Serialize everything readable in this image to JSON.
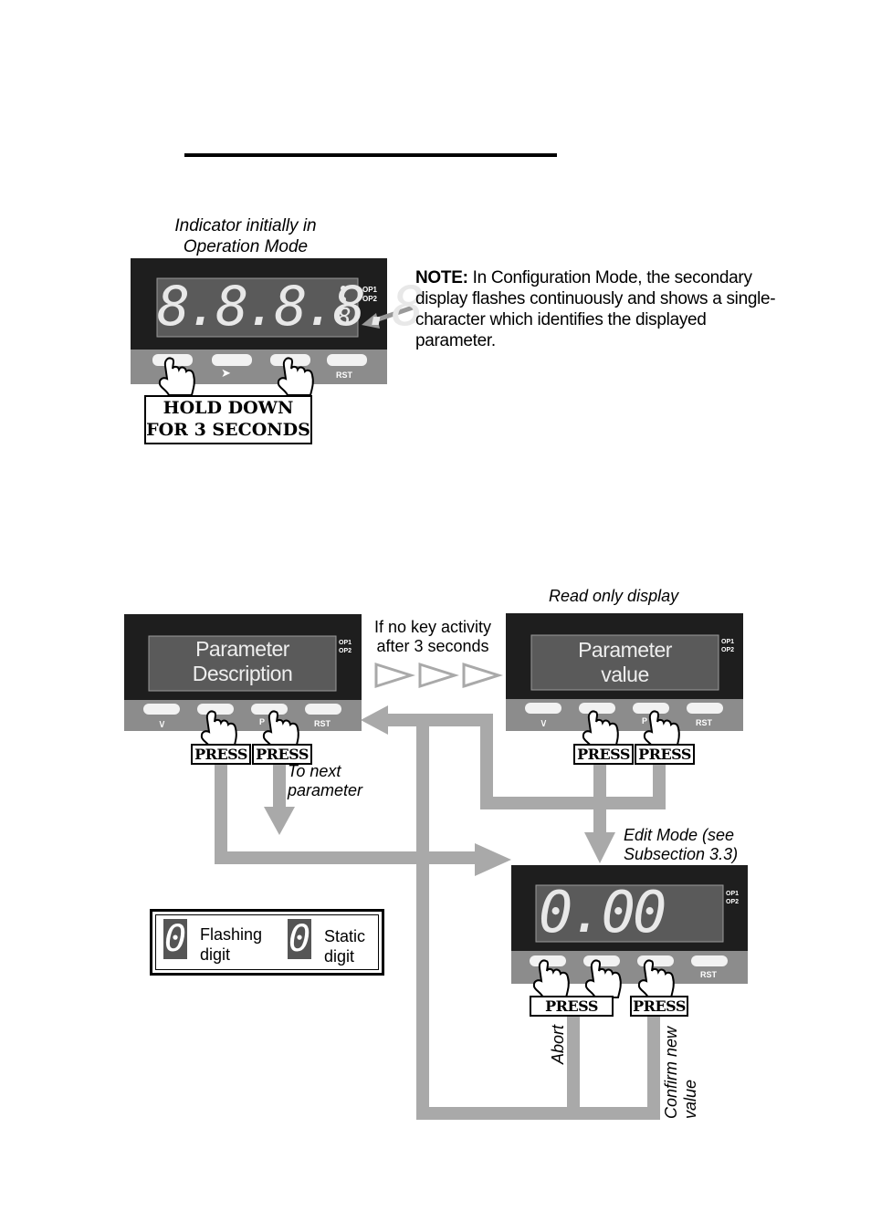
{
  "top": {
    "indicator_caption_line1": "Indicator initially in",
    "indicator_caption_line2": "Operation Mode",
    "note_label": "NOTE:",
    "note_text": " In Configuration Mode, the secondary display flashes continuously and shows a single-character which identifies the displayed parameter.",
    "hold_line1": "HOLD DOWN",
    "hold_line2": "FOR 3 SECONDS",
    "main_display": "8.8.8.8.8.",
    "secondary_display": "8",
    "op1": "OP1",
    "op2": "OP2",
    "rst": "RST",
    "right_key": "➤"
  },
  "flow": {
    "read_only_caption": "Read only display",
    "no_key_line1": "If no key activity",
    "no_key_line2": "after 3 seconds",
    "param_desc_line1": "Parameter",
    "param_desc_line2": "Description",
    "param_value_line1": "Parameter",
    "param_value_line2": "value",
    "press": "PRESS",
    "to_next_line1": "To next",
    "to_next_line2": "parameter",
    "edit_mode_line1": "Edit Mode (see",
    "edit_mode_line2": "Subsection 3.3)",
    "edit_display": "0.00",
    "abort": "Abort",
    "confirm_line1": "Confirm new",
    "confirm_line2": "value",
    "down_key": "∨",
    "p_key": "P",
    "rst": "RST",
    "op1": "OP1",
    "op2": "OP2"
  },
  "legend": {
    "flashing_line1": "Flashing",
    "flashing_line2": "digit",
    "static_line1": "Static",
    "static_line2": "digit",
    "digit": "0"
  }
}
